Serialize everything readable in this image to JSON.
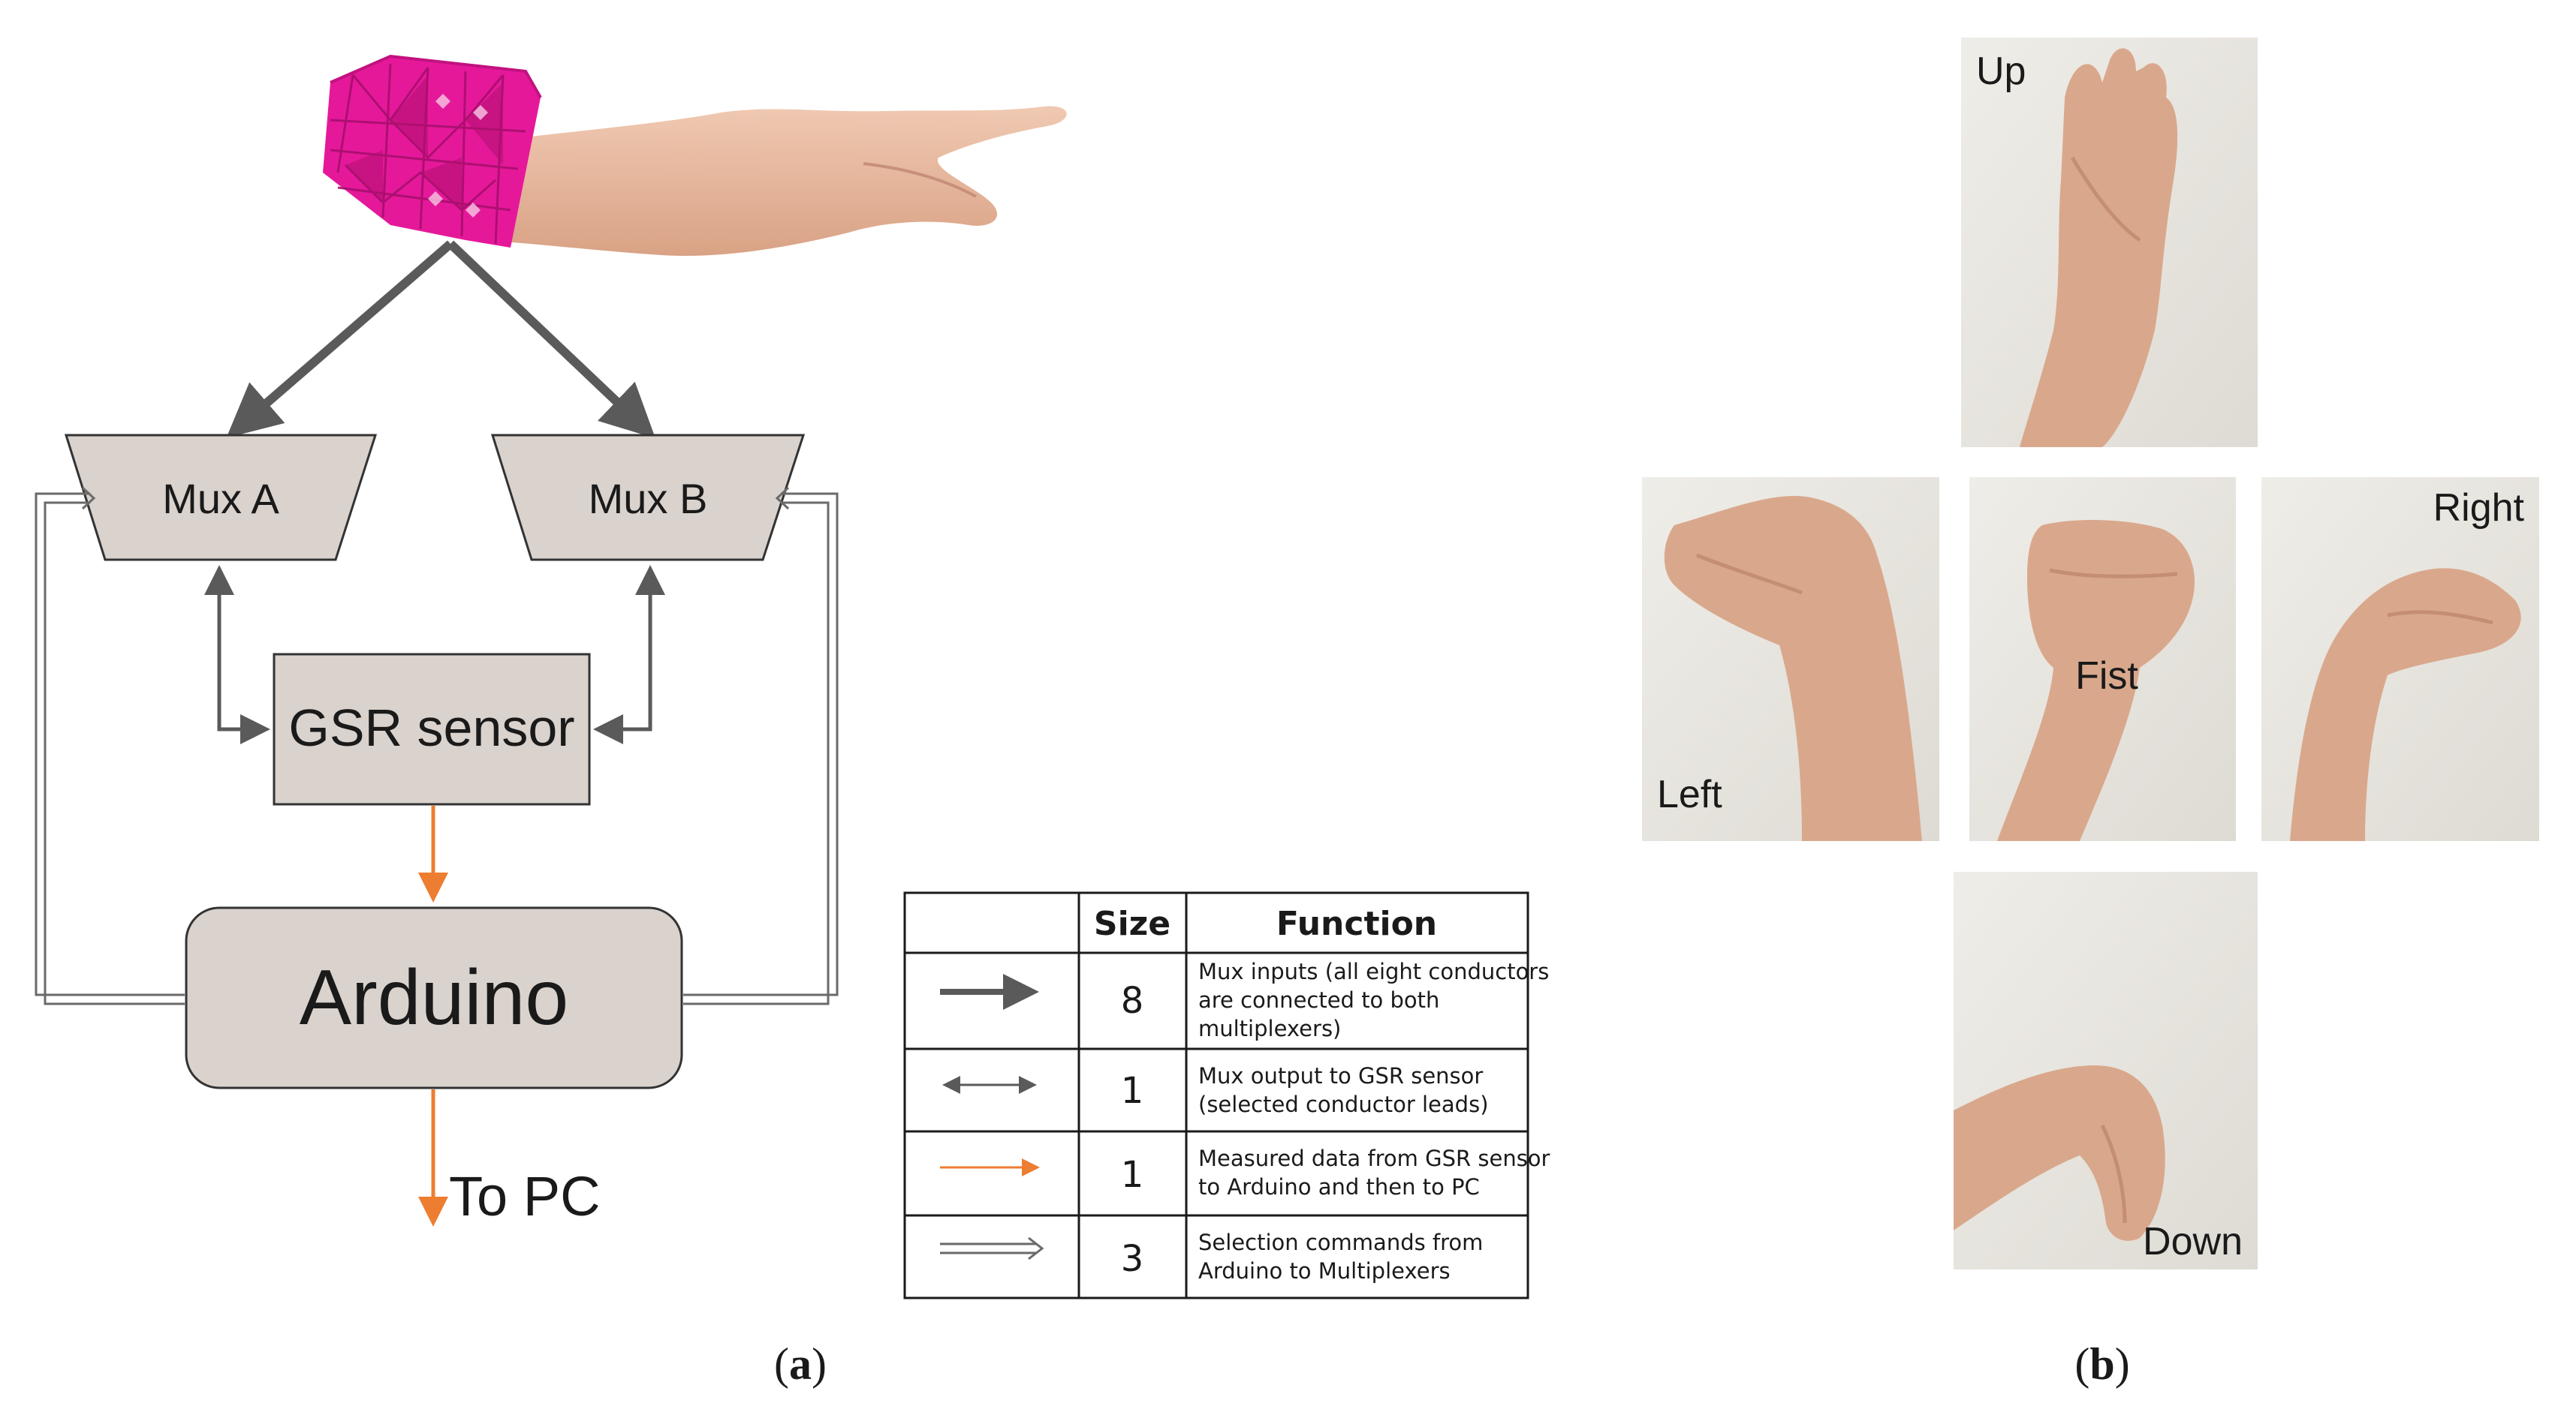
{
  "diagram": {
    "nodes": {
      "mux_a": "Mux A",
      "mux_b": "Mux B",
      "gsr": "GSR sensor",
      "arduino": "Arduino",
      "to_pc": "To PC"
    },
    "table": {
      "headers": [
        "",
        "Size",
        "Function"
      ],
      "rows": [
        {
          "arrow": "thick-arrow",
          "size": "8",
          "function": [
            "Mux inputs (all eight conductors",
            "are connected to both",
            "multiplexers)"
          ]
        },
        {
          "arrow": "double-headed-arrow",
          "size": "1",
          "function": [
            "Mux output to GSR sensor",
            "(selected conductor leads)"
          ]
        },
        {
          "arrow": "orange-arrow",
          "size": "1",
          "function": [
            "Measured data from GSR sensor",
            "to Arduino and then to PC"
          ]
        },
        {
          "arrow": "double-line-arrow",
          "size": "3",
          "function": [
            "Selection commands from",
            "Arduino to Multiplexers"
          ]
        }
      ]
    },
    "panel_label": {
      "open": "(",
      "letter": "a",
      "close": ")"
    }
  },
  "gestures": {
    "labels": {
      "up": "Up",
      "left": "Left",
      "fist": "Fist",
      "right": "Right",
      "down": "Down"
    },
    "panel_label": {
      "open": "(",
      "letter": "b",
      "close": ")"
    }
  },
  "colors": {
    "box_fill": "#d9d2cd",
    "dark_arrow": "#5a5a5a",
    "orange_arrow": "#ed7d31",
    "band_pink": "#e5189a",
    "skin": "#e4b49a",
    "photo_bg": "#e8e6e0"
  }
}
